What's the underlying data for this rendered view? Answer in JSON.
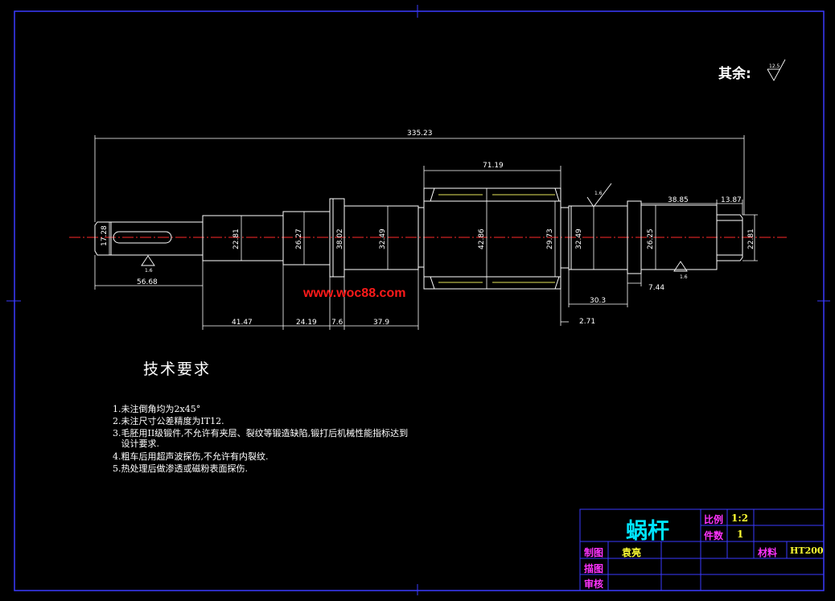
{
  "surface_note": {
    "label": "其余:",
    "roughness": "12.5"
  },
  "watermark": "www.woc88.com",
  "dimensions": {
    "overall_length": "335.23",
    "worm_length": "71.19",
    "left_end_length": "56.68",
    "d_left_end": "17.28",
    "d_step1": "22.81",
    "d_step2": "26.27",
    "d_shoulder_left": "38.02",
    "d_bearing_left": "32.49",
    "d_worm_outer": "42.86",
    "d_worm_root": "29.73",
    "d_bearing_right": "32.49",
    "d_step_right": "26.25",
    "d_right_end": "22.81",
    "len_step1": "41.47",
    "len_step2": "24.19",
    "len_shoulder": "7.6",
    "len_bearing": "37.9",
    "len_right_bearing": "30.3",
    "len_gap": "2.71",
    "len_shoulder_right": "7.44",
    "len_right_step": "38.85",
    "len_right_end": "13.87",
    "roughness_left": "1.6",
    "roughness_mid": "1.6",
    "roughness_right": "1.6"
  },
  "tech_notes": {
    "title": "技术要求",
    "items": [
      "1.未注倒角均为2x45°",
      "2.未注尺寸公差精度为IT12.",
      "3.毛胚用II级锻件,不允许有夹层、裂纹等锻造缺陷,锻打后机械性能指标达到",
      "   设计要求.",
      "4.粗车后用超声波探伤,不允许有内裂纹.",
      "5.热处理后做渗透或磁粉表面探伤."
    ]
  },
  "title_block": {
    "part_name": "蜗杆",
    "scale_label": "比例",
    "scale_value": "1:2",
    "qty_label": "件数",
    "qty_value": "1",
    "drawn_label": "制图",
    "drawn_by": "袁亮",
    "material_label": "材料",
    "material_value": "HT200",
    "traced_label": "描图",
    "checked_label": "审核"
  },
  "colors": {
    "background": "#000000",
    "line": "#ffffff",
    "frame": "#3a3aff",
    "centerline": "#ff2a2a",
    "title_text": "#00e5ff",
    "label_text": "#ff33ff",
    "value_text": "#ffff33",
    "watermark": "#ff1a1a"
  }
}
